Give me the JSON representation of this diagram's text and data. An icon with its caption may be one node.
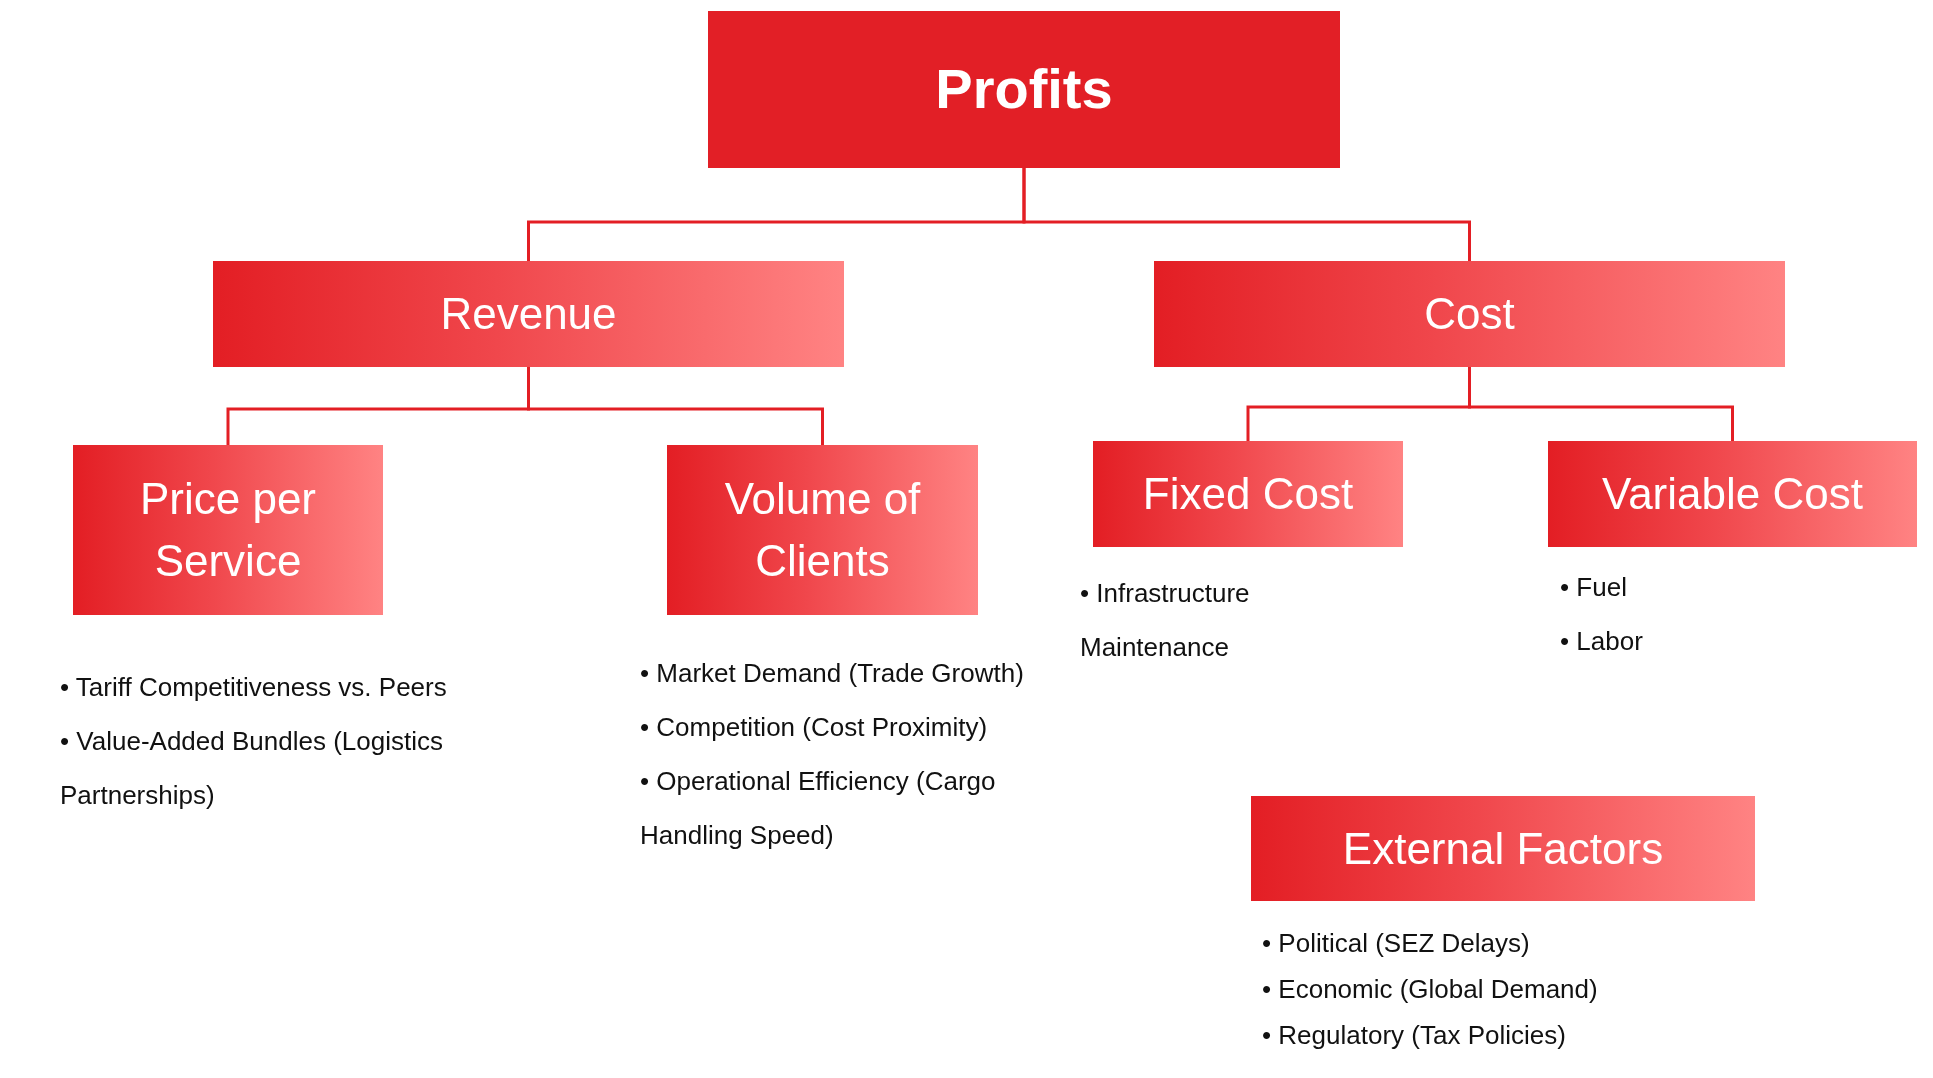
{
  "diagram": {
    "nodes": [
      {
        "text": [
          "Profits"
        ]
      },
      {
        "text": [
          "Revenue"
        ]
      },
      {
        "text": [
          "Cost"
        ]
      },
      {
        "text": [
          "Price per Service"
        ],
        "beside": [
          "• Tariff Competitiveness vs. Peers",
          "• Value-Added Bundles (Logistics Partnerships)"
        ]
      },
      {
        "text": [
          "Volume of Clients"
        ],
        "beside": [
          "• Market Demand (Trade Growth)",
          "• Competition (Cost Proximity)",
          "• Operational Efficiency (Cargo Handling Speed)"
        ]
      },
      {
        "text": [
          "Fixed Cost"
        ],
        "beside": [
          "• Infrastructure Maintenance"
        ]
      },
      {
        "text": [
          "Variable Cost"
        ],
        "beside": [
          "• Fuel",
          "• Labor"
        ]
      },
      {
        "text": [
          "External Factors"
        ],
        "beside": [
          "• Political (SEZ Delays)",
          "• Economic (Global Demand)",
          "• Regulatory (Tax Policies)"
        ]
      }
    ],
    "edges": [
      {
        "from": 0,
        "to": 1,
        "arrow": "none"
      },
      {
        "from": 0,
        "to": 2,
        "arrow": "none"
      },
      {
        "from": 1,
        "to": 3,
        "arrow": "none"
      },
      {
        "from": 1,
        "to": 4,
        "arrow": "none"
      },
      {
        "from": 2,
        "to": 5,
        "arrow": "none"
      },
      {
        "from": 2,
        "to": 6,
        "arrow": "none"
      }
    ]
  }
}
